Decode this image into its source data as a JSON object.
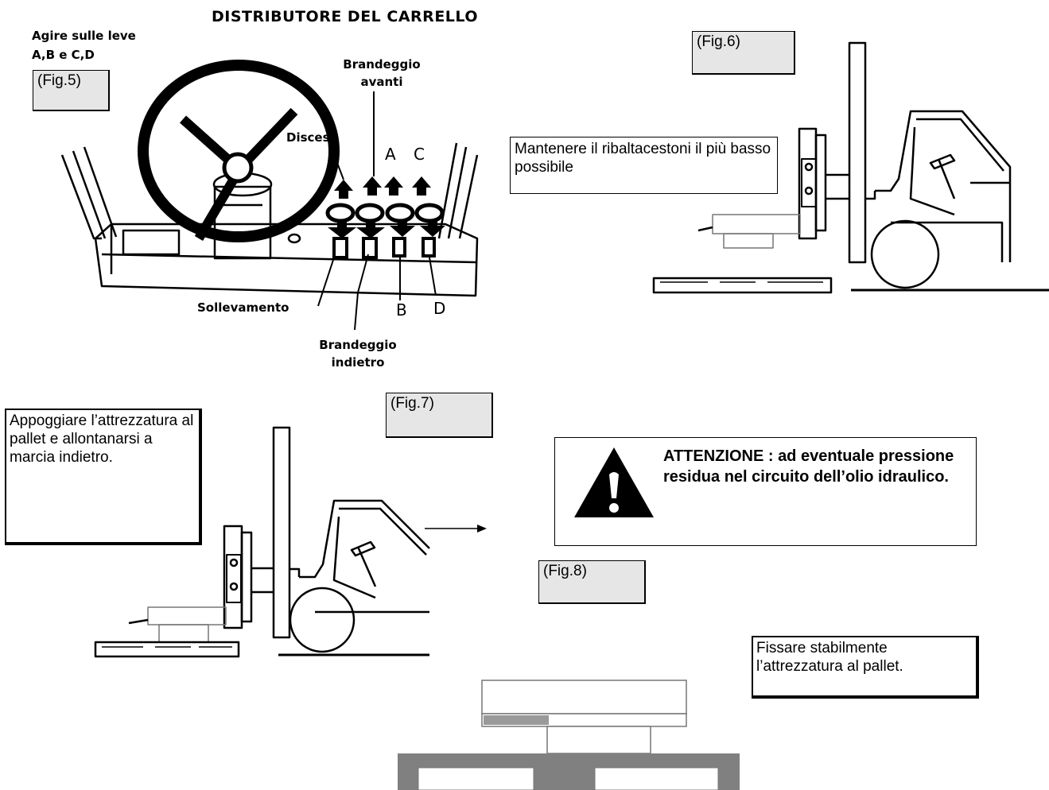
{
  "fig5": {
    "title": "DISTRIBUTORE DEL CARRELLO",
    "instruction_line1": "Agire sulle leve",
    "instruction_line2": "A,B e C,D",
    "fig_label": "(Fig.5)",
    "labels": {
      "brandeggio_avanti_1": "Brandeggio",
      "brandeggio_avanti_2": "avanti",
      "discesa": "Discesa",
      "a": "A",
      "c": "C",
      "sollevamento": "Sollevamento",
      "b": "B",
      "d": "D",
      "brandeggio_indietro_1": "Brandeggio",
      "brandeggio_indietro_2": "indietro"
    }
  },
  "fig6": {
    "fig_label": "(Fig.6)",
    "note": "Mantenere il ribaltacestoni il più basso possibile"
  },
  "fig7": {
    "fig_label": "(Fig.7)",
    "note": "Appoggiare l’attrezzatura al pallet e allontanarsi a marcia indietro."
  },
  "warning": {
    "text": "ATTENZIONE : ad eventuale pressione residua nel circuito dell’olio idraulico.",
    "icon": "warning-triangle-icon"
  },
  "fig8": {
    "fig_label": "(Fig.8)",
    "note": "Fissare stabilmente l’attrezzatura al pallet."
  }
}
